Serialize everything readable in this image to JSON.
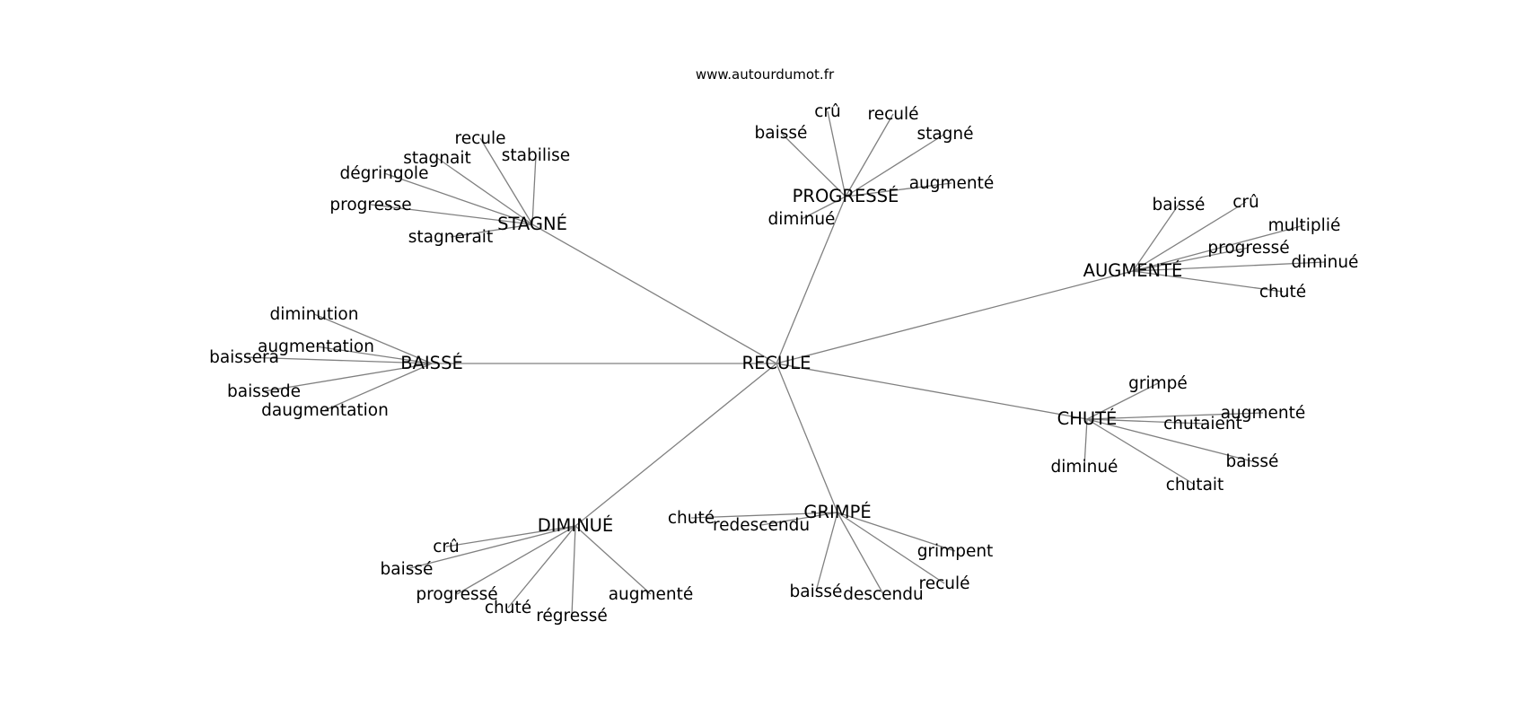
{
  "source": "www.autourdumot.fr",
  "center": "RECULE",
  "hubs": [
    {
      "id": "stagne",
      "label": "STAGNÉ",
      "leaves": [
        "recule",
        "stagnait",
        "stabilise",
        "dégringole",
        "progresse",
        "stagnerait"
      ]
    },
    {
      "id": "progresse",
      "label": "PROGRESSÉ",
      "leaves": [
        "crû",
        "reculé",
        "baissé",
        "stagné",
        "augmenté",
        "diminué"
      ]
    },
    {
      "id": "augmente",
      "label": "AUGMENTÉ",
      "leaves": [
        "baissé",
        "crû",
        "multiplié",
        "progressé",
        "diminué",
        "chuté"
      ]
    },
    {
      "id": "baisse",
      "label": "BAISSÉ",
      "leaves": [
        "diminution",
        "augmentation",
        "baissera",
        "baissede",
        "daugmentation"
      ]
    },
    {
      "id": "chute",
      "label": "CHUTÉ",
      "leaves": [
        "grimpé",
        "augmenté",
        "chutaient",
        "baissé",
        "diminué",
        "chutait"
      ]
    },
    {
      "id": "grimpe",
      "label": "GRIMPÉ",
      "leaves": [
        "chuté",
        "redescendu",
        "grimpent",
        "reculé",
        "baissé",
        "descendu"
      ]
    },
    {
      "id": "diminue",
      "label": "DIMINUÉ",
      "leaves": [
        "crû",
        "baissé",
        "progressé",
        "chuté",
        "régressé",
        "augmenté"
      ]
    }
  ]
}
